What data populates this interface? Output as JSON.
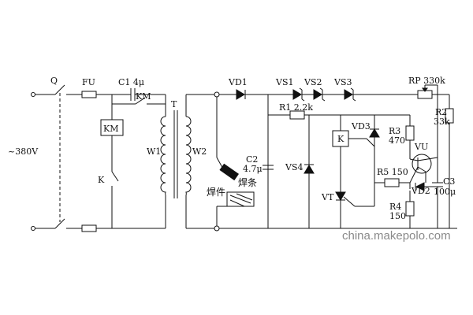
{
  "labels": {
    "switch_q": "Q",
    "fuse_fu": "FU",
    "cap_c1": "C1 4μ",
    "contact_km": "KM",
    "relay_km": "KM",
    "switch_k": "K",
    "voltage": "~380V",
    "coil_w1": "W1",
    "coil_w2": "W2",
    "transformer_t": "T",
    "vd1": "VD1",
    "vs1": "VS1",
    "vs2": "VS2",
    "vs3": "VS3",
    "rp": "RP  330k",
    "r2_name": "R2",
    "r2_val": "33k",
    "r1": "R1 2.2k",
    "vd3": "VD3",
    "r3_name": "R3",
    "r3_val": "470",
    "relay_k": "K",
    "vu": "VU",
    "c2_name": "C2",
    "c2_val": "4.7μ",
    "vs4": "VS4",
    "r5": "R5 150",
    "c3": "C3",
    "vt": "VT",
    "vd2": "VD2",
    "c3_val": "100μ",
    "r4_name": "R4",
    "r4_val": "150",
    "electrode": "焊条",
    "workpiece": "焊件",
    "watermark": "china.makepolo.com"
  },
  "colors": {
    "ink": "#111111",
    "watermark": "#8a8a8a",
    "paper": "#ffffff"
  }
}
